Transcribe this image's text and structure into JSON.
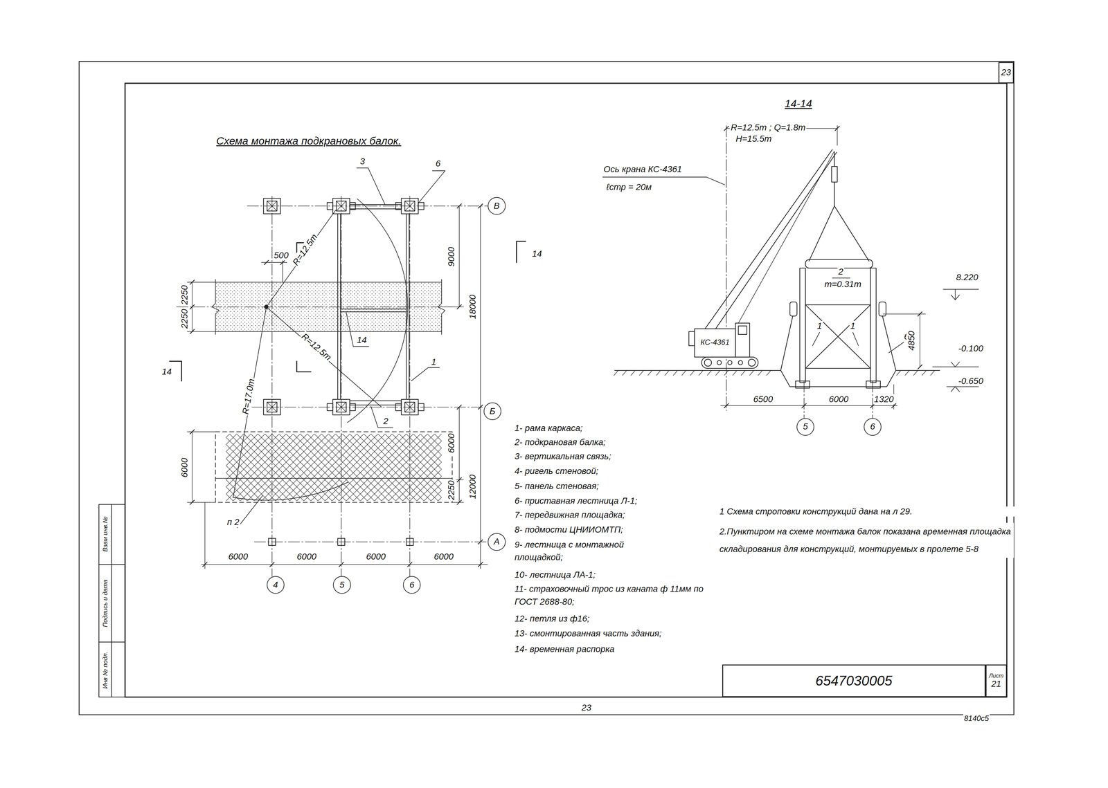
{
  "diagram": {
    "title": "Схема монтажа подкрановых балок.",
    "nodes": [
      {
        "text": [
          "23"
        ]
      },
      {
        "text": [
          "В"
        ]
      },
      {
        "text": [
          "Б"
        ]
      },
      {
        "text": [
          "А"
        ]
      },
      {
        "text": [
          "4"
        ]
      },
      {
        "text": [
          "5"
        ]
      },
      {
        "text": [
          "6"
        ]
      },
      {
        "text": [
          "5"
        ]
      },
      {
        "text": [
          "6"
        ]
      },
      {
        "text": [
          "6547030005"
        ]
      },
      {
        "text": [
          "Лист",
          "21"
        ]
      }
    ],
    "labels": [
      "14-14",
      "3",
      "6",
      "500",
      "R=12.5m",
      "9000",
      "14",
      "2250",
      "2250",
      "14",
      "R=12.5m",
      "18000",
      "14",
      "1",
      "R=17.0m",
      "2",
      "6000",
      "6000",
      "2250",
      "12000",
      "п 2",
      "6000",
      "6000",
      "6000",
      "6000",
      "1- рама каркаса;",
      "2- подкрановая балка;",
      "3- вертикальная связь;",
      "4- ригель стеновой;",
      "5- панель стеновая;",
      "6- приставная лестница Л-1;",
      "7- передвижная площадка;",
      "8- подмости ЦНИИОМТП;",
      "9- лестница с монтажной площадкой;",
      "10- лестница ЛА-1;",
      "11- страховочный трос из каната ф 11мм по ГОСТ 2688-80;",
      "12- петля из ф16;",
      "13- смонтированная часть здания;",
      "14- временная распорка",
      "1 Схема строповки конструкций дана на л 29.",
      "2.Пунктиром на схеме монтажа балок показана временная площадка складирования для конструкций, монтируемых в пролете 5-8",
      "R=12.5m ; Q=1.8т",
      "H=15.5m",
      "Ось крана КС-4361",
      "ℓстр = 20м",
      "КС-4361",
      "2",
      "m=0.31т",
      "8.220",
      "1",
      "1",
      "6",
      "4850",
      "-0.100",
      "-0.650",
      "6500",
      "6000",
      "1320",
      "Инв № подл.",
      "Подпись и дата",
      "Взам инв.№",
      "23",
      "8140с5"
    ]
  }
}
